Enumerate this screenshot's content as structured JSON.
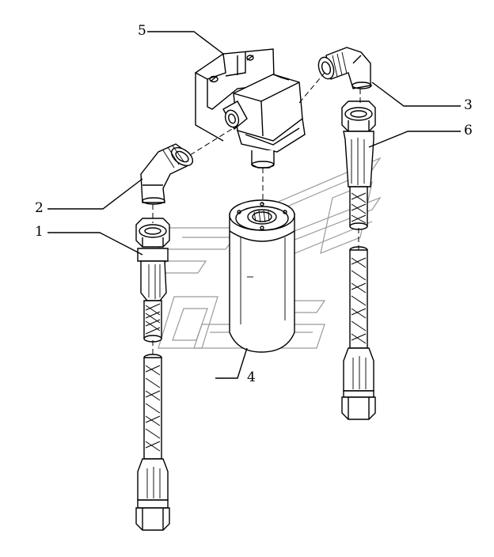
{
  "callouts": [
    {
      "id": "1",
      "label": "1"
    },
    {
      "id": "2",
      "label": "2"
    },
    {
      "id": "3",
      "label": "3"
    },
    {
      "id": "4",
      "label": "4"
    },
    {
      "id": "5",
      "label": "5"
    },
    {
      "id": "6",
      "label": "6"
    }
  ],
  "colors": {
    "line": "#000000",
    "watermark": "#9a9a9a",
    "background": "#ffffff"
  }
}
